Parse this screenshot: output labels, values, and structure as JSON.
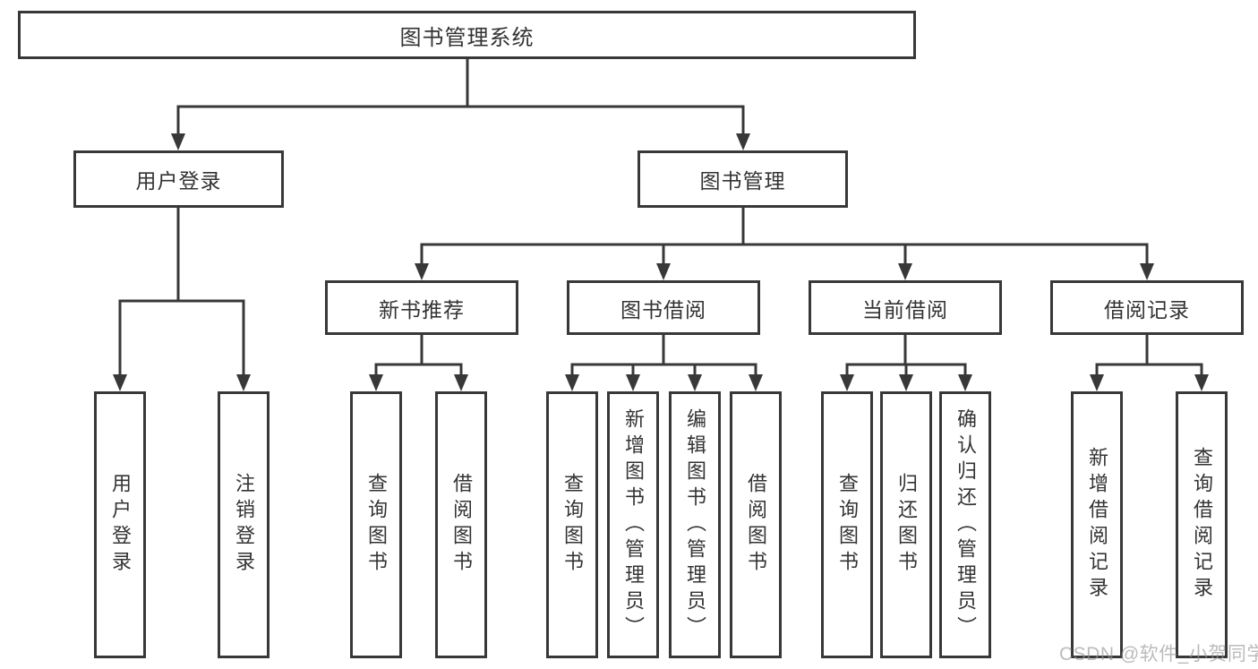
{
  "diagram": {
    "root": "图书管理系统",
    "user_login": {
      "label": "用户登录",
      "children": [
        "用户登录",
        "注销登录"
      ]
    },
    "book_mgmt": {
      "label": "图书管理",
      "new_books": {
        "label": "新书推荐",
        "children": [
          "查询图书",
          "借阅图书"
        ]
      },
      "borrowing": {
        "label": "图书借阅",
        "children": [
          "查询图书",
          "新增图书（管理员）",
          "编辑图书（管理员）",
          "借阅图书"
        ]
      },
      "current": {
        "label": "当前借阅",
        "children": [
          "查询图书",
          "归还图书",
          "确认归还（管理员）"
        ]
      },
      "records": {
        "label": "借阅记录",
        "children": [
          "新增借阅记录",
          "查询借阅记录"
        ]
      }
    }
  },
  "watermark": "CSDN @软件_小贺同学",
  "colors": {
    "line": "#383838",
    "text": "#333333",
    "watermark": "#c3c3c3",
    "background": "#ffffff"
  }
}
